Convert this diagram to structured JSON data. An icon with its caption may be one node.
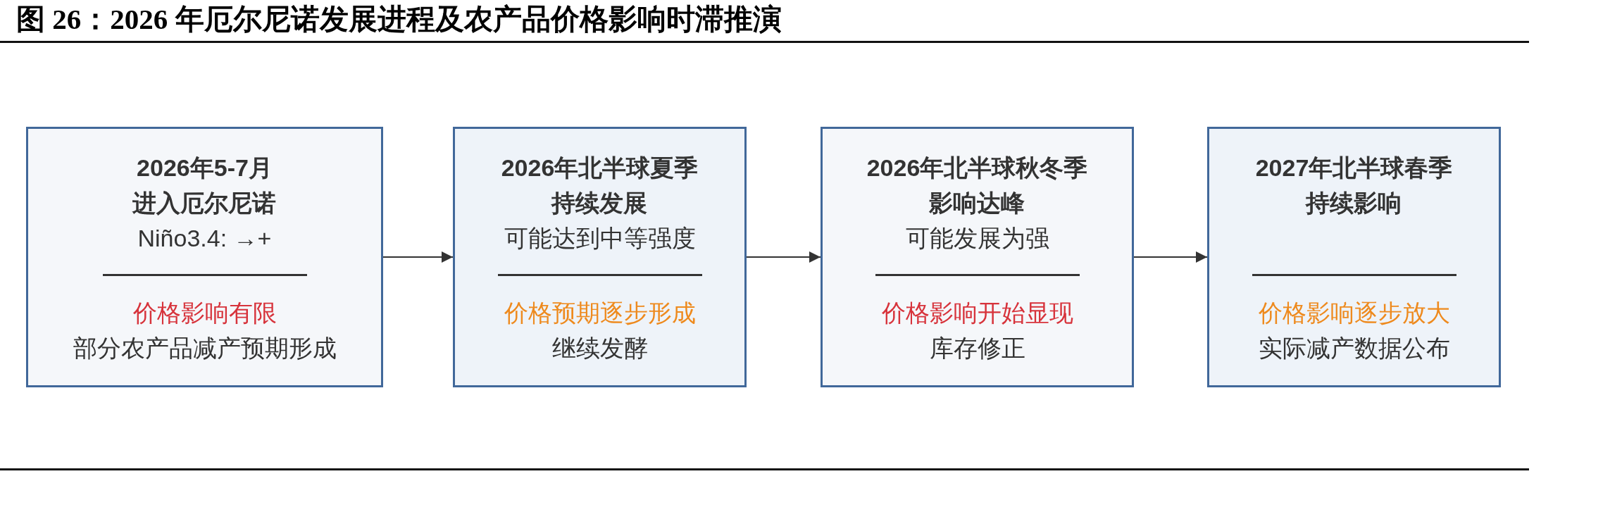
{
  "diagram": {
    "title": "图 26：2026 年厄尔尼诺发展进程及农产品价格影响时滞推演",
    "nodes": [
      {
        "text": [
          "2026年5-7月进入厄尔尼诺",
          "Niño3.4: →+",
          "价格影响有限",
          "部分农产品减产预期形成"
        ]
      },
      {
        "text": [
          "2026年北半球夏季持续发展",
          "可能达到中等强度",
          "价格预期逐步形成",
          "继续发酵"
        ]
      },
      {
        "text": [
          "2026年北半球秋冬季影响达峰",
          "可能发展为强",
          "价格影响开始显现",
          "库存修正"
        ]
      },
      {
        "text": [
          "2027年北半球春季持续影响",
          "价格影响逐步放大",
          "实际减产数据公布"
        ]
      }
    ],
    "edges": [
      {
        "from": 0,
        "to": 1,
        "arrow": "to"
      },
      {
        "from": 1,
        "to": 2,
        "arrow": "to"
      },
      {
        "from": 2,
        "to": 3,
        "arrow": "to"
      }
    ]
  }
}
